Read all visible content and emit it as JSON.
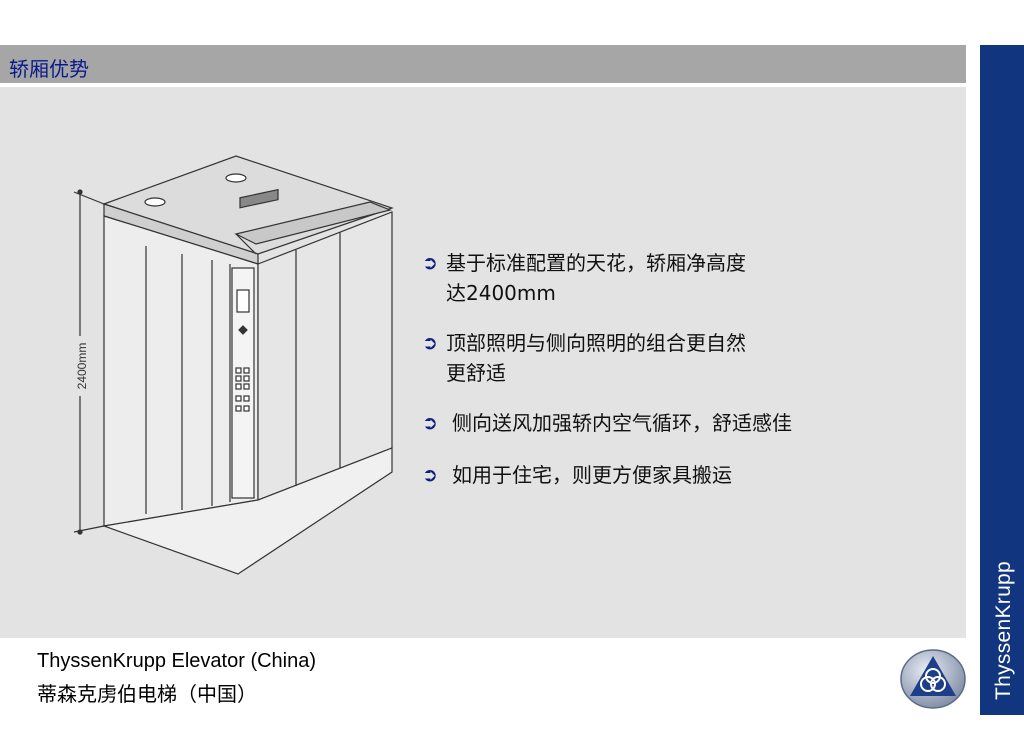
{
  "slide": {
    "title": "轿厢优势",
    "bullets": [
      {
        "text": "基于标准配置的天花，轿厢净高度",
        "cont": "达2400mm"
      },
      {
        "text": "顶部照明与侧向照明的组合更自然",
        "cont": "更舒适"
      },
      {
        "text": "侧向送风加强轿内空气循环，舒适感佳",
        "cont": ""
      },
      {
        "text": "如用于住宅，则更方便家具搬运",
        "cont": ""
      }
    ],
    "bullet_glyph": "➲",
    "dimension_label": "2400mm",
    "footer_en": "ThyssenKrupp Elevator (China)",
    "footer_cn": "蒂森克虏伯电梯（中国）",
    "brand_vertical": "ThyssenKrupp"
  },
  "colors": {
    "title_bar": "#a6a6a6",
    "title_text": "#0a1a8c",
    "content_bg": "#e3e3e3",
    "side_bar": "#11357e"
  },
  "icons": [
    "elevator-car-illustration",
    "thyssenkrupp-logo-icon",
    "arrow-bullet-icon"
  ]
}
